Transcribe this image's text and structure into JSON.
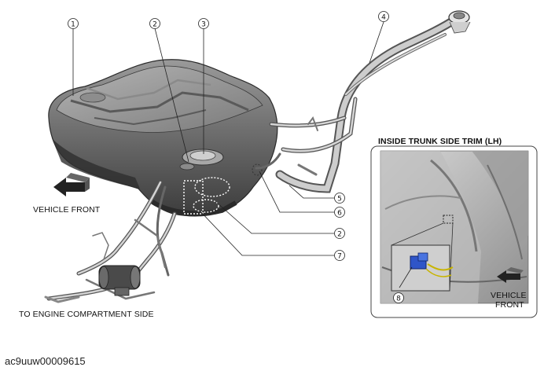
{
  "callouts": [
    "1",
    "2",
    "3",
    "4",
    "5",
    "6",
    "2",
    "7",
    "8"
  ],
  "labels": {
    "vehicle_front_main": "VEHICLE FRONT",
    "engine_side": "TO ENGINE COMPARTMENT SIDE",
    "inset_title": "INSIDE TRUNK SIDE TRIM (LH)",
    "inset_vehicle_line1": "VEHICLE",
    "inset_vehicle_line2": "FRONT"
  },
  "image_code": "ac9uuw00009615"
}
